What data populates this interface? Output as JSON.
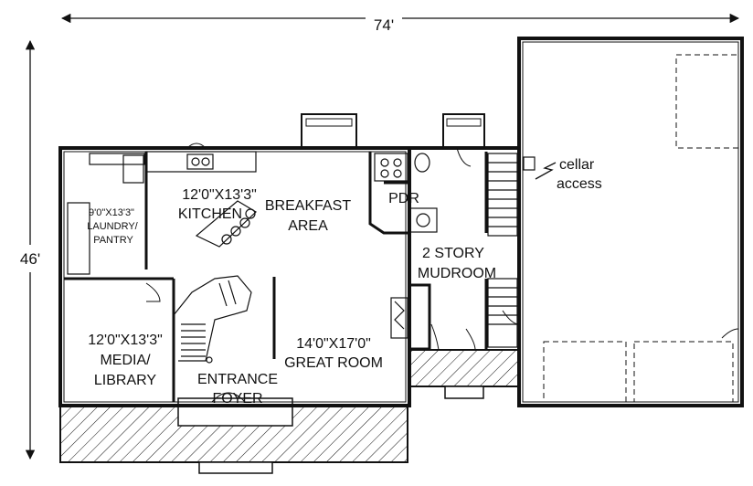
{
  "dimensions": {
    "width": "74'",
    "height": "46'"
  },
  "rooms": {
    "kitchen": {
      "size": "12'0\"X13'3\"",
      "name": "KITCHEN"
    },
    "breakfast": {
      "line1": "BREAKFAST",
      "line2": "AREA"
    },
    "pdr": "PDR",
    "laundry": {
      "size": "9'0\"X13'3\"",
      "line1": "LAUNDRY/",
      "line2": "PANTRY"
    },
    "mudroom": {
      "line1": "2 STORY",
      "line2": "MUDROOM"
    },
    "media": {
      "size": "12'0\"X13'3\"",
      "line1": "MEDIA/",
      "line2": "LIBRARY"
    },
    "great_room": {
      "size": "14'0\"X17'0\"",
      "name": "GREAT ROOM"
    },
    "foyer": {
      "line1": "ENTRANCE",
      "line2": "FOYER"
    }
  },
  "annotations": {
    "cellar_line1": "cellar",
    "cellar_line2": "access"
  },
  "colors": {
    "line": "#111111",
    "background": "#ffffff"
  }
}
